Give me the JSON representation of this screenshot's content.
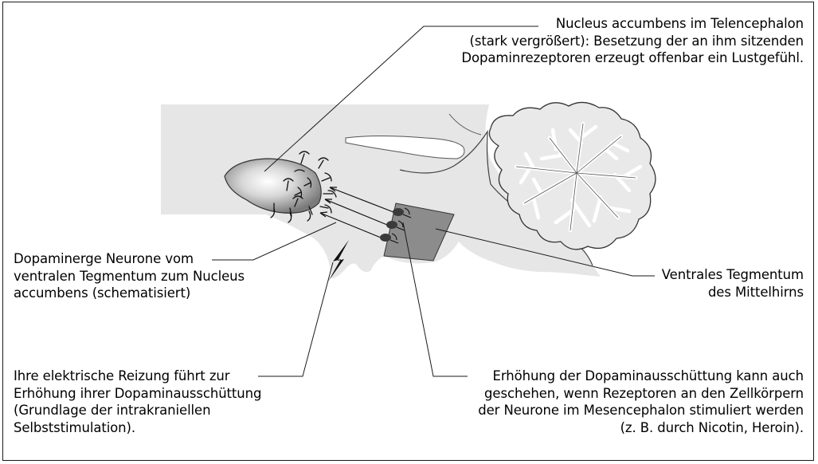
{
  "labels": {
    "nucleus_accumbens": {
      "lines": [
        "Nucleus accumbens im Telencephalon",
        "(stark vergrößert): Besetzung der an ihm sitzenden",
        "Dopaminrezeptoren erzeugt offenbar ein Lustgefühl."
      ]
    },
    "dopaminergic_neurons": {
      "lines": [
        "Dopaminerge Neurone vom",
        "ventralen Tegmentum zum Nucleus",
        "accumbens (schematisiert)"
      ]
    },
    "ventral_tegmentum": {
      "lines": [
        "Ventrales Tegmentum",
        "des Mittelhirns"
      ]
    },
    "electrical_stimulation": {
      "lines": [
        "Ihre elektrische Reizung führt zur",
        "Erhöhung ihrer Dopaminausschüttung",
        "(Grundlage der intrakraniellen",
        "Selbststimulation)."
      ]
    },
    "receptor_stimulation": {
      "lines": [
        "Erhöhung der Dopaminausschüttung kann auch",
        "geschehen, wenn Rezeptoren an den Zellkörpern",
        "der Neurone im Mesencephalon stimuliert werden",
        "(z. B. durch Nicotin, Heroin)."
      ]
    }
  },
  "colors": {
    "brain_fill": "#e6e6e6",
    "outline": "#333333",
    "tegmentum_fill": "#8c8c8c",
    "neuron_body": "#3a3a3a",
    "leader_line": "#1a1a1a"
  },
  "icons": {
    "lightning": "lightning-bolt-icon"
  }
}
